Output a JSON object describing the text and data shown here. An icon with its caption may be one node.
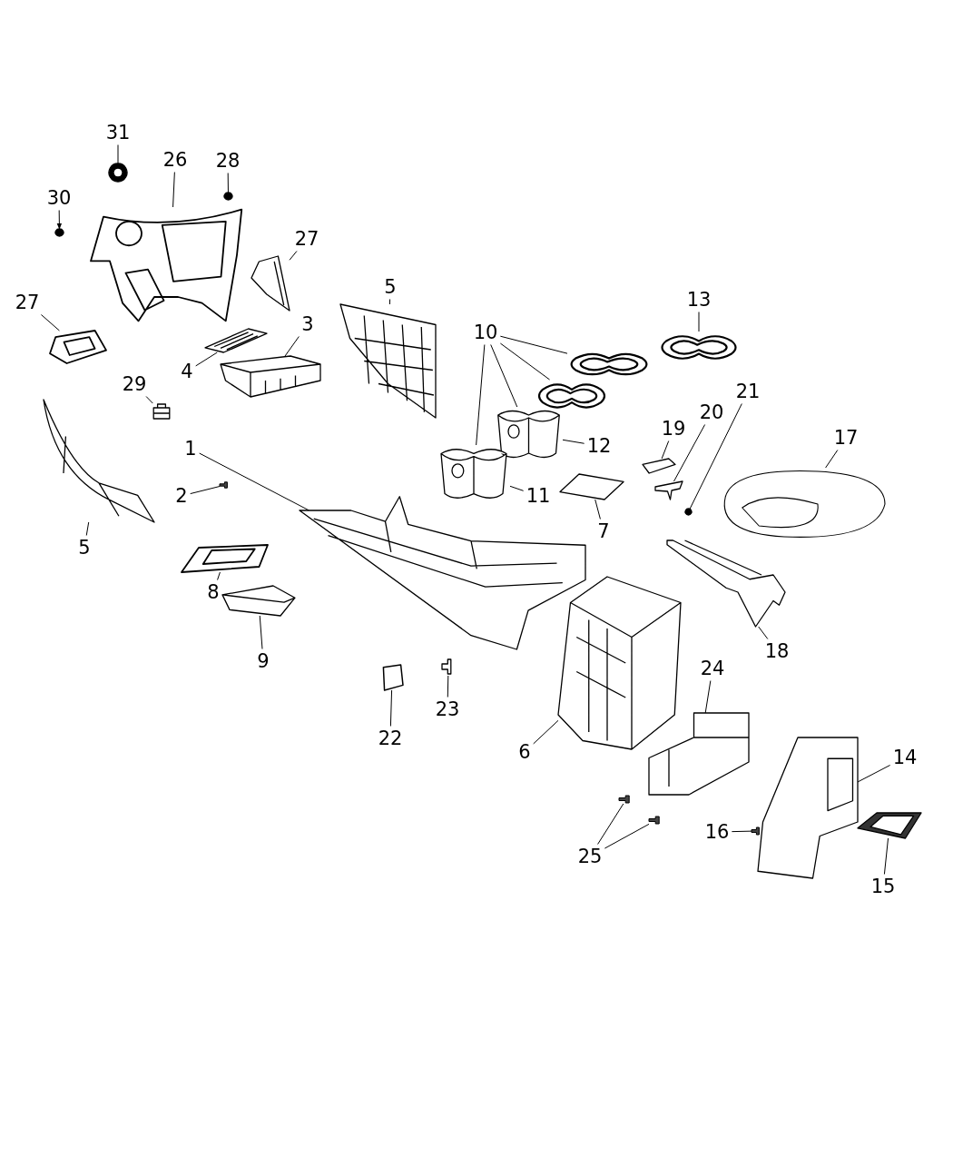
{
  "diagram": {
    "nodes": [
      {
        "text": [
          "31"
        ]
      },
      {
        "text": [],
        "shape": "circle"
      },
      {
        "text": [
          "26"
        ]
      },
      {
        "text": [],
        "shape": "frame"
      },
      {
        "text": [
          "28"
        ]
      },
      {
        "text": [],
        "shape": "circle"
      },
      {
        "text": [
          "30"
        ]
      },
      {
        "text": [],
        "shape": "circle"
      },
      {
        "text": [
          "27"
        ]
      },
      {
        "text": [],
        "shape": "picture"
      },
      {
        "text": [
          "27"
        ]
      },
      {
        "text": [],
        "shape": "frame"
      },
      {
        "text": [
          "5"
        ]
      },
      {
        "text": [],
        "shape": "picture"
      },
      {
        "text": [
          "3"
        ]
      },
      {
        "text": [],
        "shape": "picture"
      },
      {
        "text": [
          "4"
        ]
      },
      {
        "text": [],
        "shape": "picture"
      },
      {
        "text": [
          "10"
        ]
      },
      {
        "text": [],
        "shape": "ring"
      },
      {
        "text": [],
        "shape": "ring"
      },
      {
        "text": [
          "13"
        ]
      },
      {
        "text": [],
        "shape": "ring"
      },
      {
        "text": [
          "29"
        ]
      },
      {
        "text": [],
        "shape": "picture"
      },
      {
        "text": [
          "1"
        ]
      },
      {
        "text": [],
        "shape": "picture"
      },
      {
        "text": [
          "2"
        ]
      },
      {
        "text": [],
        "shape": "screw"
      },
      {
        "text": [
          "12"
        ]
      },
      {
        "text": [],
        "shape": "picture"
      },
      {
        "text": [
          "11"
        ]
      },
      {
        "text": [],
        "shape": "picture"
      },
      {
        "text": [
          "19"
        ]
      },
      {
        "text": [],
        "shape": "picture"
      },
      {
        "text": [
          "20"
        ]
      },
      {
        "text": [],
        "shape": "picture"
      },
      {
        "text": [
          "21"
        ]
      },
      {
        "text": [],
        "shape": "circle"
      },
      {
        "text": [
          "17"
        ]
      },
      {
        "text": [],
        "shape": "cushion"
      },
      {
        "text": [
          "5"
        ]
      },
      {
        "text": [],
        "shape": "picture"
      },
      {
        "text": [
          "7"
        ]
      },
      {
        "text": [],
        "shape": "picture"
      },
      {
        "text": [
          "8"
        ]
      },
      {
        "text": [],
        "shape": "frame"
      },
      {
        "text": [
          "9"
        ]
      },
      {
        "text": [],
        "shape": "picture"
      },
      {
        "text": [
          "18"
        ]
      },
      {
        "text": [],
        "shape": "picture"
      },
      {
        "text": [
          "23"
        ]
      },
      {
        "text": [],
        "shape": "picture"
      },
      {
        "text": [
          "22"
        ]
      },
      {
        "text": [],
        "shape": "box"
      },
      {
        "text": [
          "6"
        ]
      },
      {
        "text": [],
        "shape": "picture"
      },
      {
        "text": [
          "24"
        ]
      },
      {
        "text": [],
        "shape": "picture"
      },
      {
        "text": [
          "14"
        ]
      },
      {
        "text": [],
        "shape": "picture"
      },
      {
        "text": [
          "16"
        ]
      },
      {
        "text": [],
        "shape": "screw"
      },
      {
        "text": [
          "25"
        ]
      },
      {
        "text": [],
        "shape": "screw"
      },
      {
        "text": [],
        "shape": "screw"
      },
      {
        "text": [
          "15"
        ]
      },
      {
        "text": [],
        "shape": "grille"
      }
    ],
    "edges": [
      {
        "from": 0,
        "to": 1,
        "arrow": "none"
      },
      {
        "from": 2,
        "to": 3,
        "arrow": "none"
      },
      {
        "from": 4,
        "to": 5,
        "arrow": "none"
      },
      {
        "from": 6,
        "to": 7,
        "arrow": "to"
      },
      {
        "from": 8,
        "to": 9,
        "arrow": "none"
      },
      {
        "from": 10,
        "to": 11,
        "arrow": "none"
      },
      {
        "from": 12,
        "to": 13,
        "arrow": "none"
      },
      {
        "from": 14,
        "to": 15,
        "arrow": "none"
      },
      {
        "from": 16,
        "to": 17,
        "arrow": "none"
      },
      {
        "from": 18,
        "to": 19,
        "arrow": "none"
      },
      {
        "from": 18,
        "to": 20,
        "arrow": "none"
      },
      {
        "from": 18,
        "to": 30,
        "arrow": "none"
      },
      {
        "from": 18,
        "to": 32,
        "arrow": "none"
      },
      {
        "from": 21,
        "to": 22,
        "arrow": "none"
      },
      {
        "from": 23,
        "to": 24,
        "arrow": "none"
      },
      {
        "from": 25,
        "to": 26,
        "arrow": "none"
      },
      {
        "from": 27,
        "to": 28,
        "arrow": "none"
      },
      {
        "from": 29,
        "to": 30,
        "arrow": "none"
      },
      {
        "from": 31,
        "to": 32,
        "arrow": "none"
      },
      {
        "from": 33,
        "to": 34,
        "arrow": "none"
      },
      {
        "from": 35,
        "to": 36,
        "arrow": "none"
      },
      {
        "from": 37,
        "to": 38,
        "arrow": "none"
      },
      {
        "from": 39,
        "to": 40,
        "arrow": "none"
      },
      {
        "from": 41,
        "to": 42,
        "arrow": "none"
      },
      {
        "from": 43,
        "to": 44,
        "arrow": "none"
      },
      {
        "from": 45,
        "to": 46,
        "arrow": "none"
      },
      {
        "from": 47,
        "to": 48,
        "arrow": "none"
      },
      {
        "from": 49,
        "to": 50,
        "arrow": "none"
      },
      {
        "from": 51,
        "to": 52,
        "arrow": "none"
      },
      {
        "from": 53,
        "to": 54,
        "arrow": "none"
      },
      {
        "from": 55,
        "to": 56,
        "arrow": "none"
      },
      {
        "from": 57,
        "to": 58,
        "arrow": "none"
      },
      {
        "from": 59,
        "to": 60,
        "arrow": "none"
      },
      {
        "from": 61,
        "to": 62,
        "arrow": "none"
      },
      {
        "from": 63,
        "to": 64,
        "arrow": "none"
      },
      {
        "from": 63,
        "to": 65,
        "arrow": "none"
      },
      {
        "from": 66,
        "to": 67,
        "arrow": "none"
      }
    ]
  }
}
